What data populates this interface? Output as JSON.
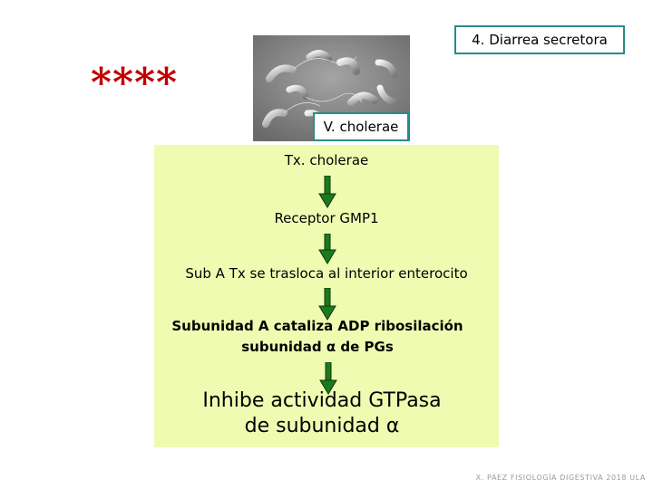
{
  "slide": {
    "title": "4. Diarrea secretora",
    "stars": "****",
    "image_label": "V. cholerae",
    "footer": "X. PÁEZ   FISIOLOGÍA DIGESTIVA 2018  ULA"
  },
  "flow": {
    "steps": [
      "Tx. cholerae",
      "Receptor GMP1",
      "Sub A Tx se trasloca al interior enterocito",
      "Subunidad A cataliza ADP ribosilación",
      "subunidad α de PGs",
      "Inhibe actividad GTPasa",
      "de subunidad α"
    ]
  },
  "colors": {
    "panel": "#f0fbb2",
    "arrow": "#1c7a1c",
    "stars": "#c00000",
    "box_border": "#2a8a8a"
  }
}
